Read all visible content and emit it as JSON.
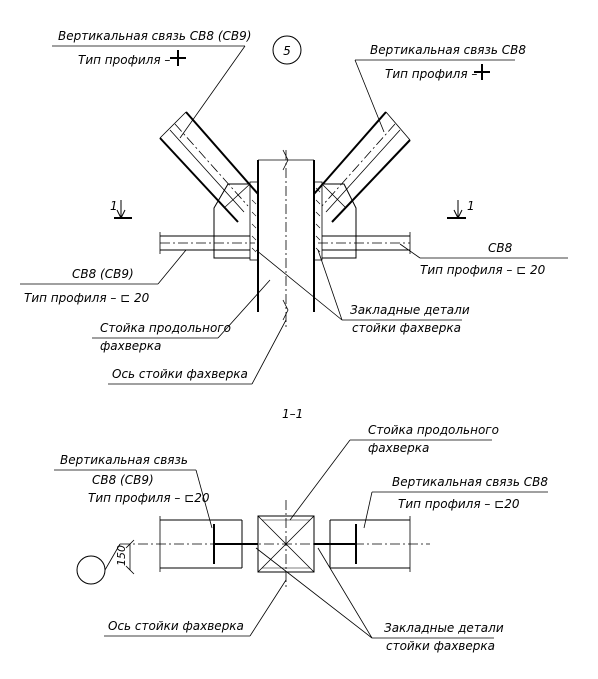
{
  "node_number": "5",
  "labels": {
    "left_brace_title": "Вертикальная связь СВ8 (СВ9)",
    "left_brace_profile": "Тип профиля –",
    "right_brace_title": "Вертикальная связь СВ8",
    "right_brace_profile": "Тип профиля –",
    "cut_mark": "1",
    "sv8_title": "СВ8",
    "sv8_profile": "Тип профиля – ⊏ 20",
    "sv8sv9_title": "СВ8 (СВ9)",
    "sv8sv9_profile": "Тип профиля – ⊏ 20",
    "post_line1": "Стойка продольного",
    "post_line2": "фахверка",
    "embedded_line1": "Закладные детали",
    "embedded_line2": "стойки фахверка",
    "axis_label": "Ось стойки фахверка"
  },
  "section": {
    "title": "1–1",
    "post_line1": "Стойка продольного",
    "post_line2": "фахверка",
    "left_title1": "Вертикальная связь",
    "left_title2": "СВ8 (СВ9)",
    "left_profile": "Тип профиля – ⊏20",
    "right_title": "Вертикальная связь СВ8",
    "right_profile": "Тип профиля – ⊏20",
    "dimension": "150",
    "axis_label": "Ось стойки фахверка",
    "embedded_line1": "Закладные детали",
    "embedded_line2": "стойки фахверка"
  }
}
